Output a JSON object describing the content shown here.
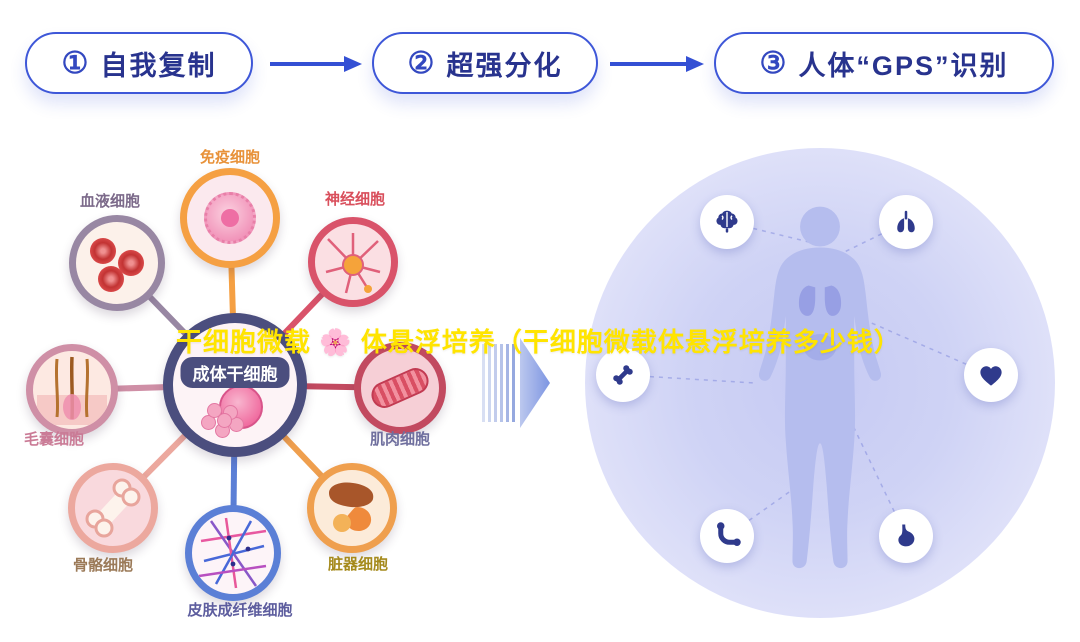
{
  "steps": {
    "items": [
      {
        "number": "①",
        "label": "自我复制"
      },
      {
        "number": "②",
        "label": "超强分化"
      },
      {
        "number": "③",
        "label": "人体“GPS”识别"
      }
    ],
    "border_color": "#3e57d8",
    "text_color": "#28338e",
    "arrow_color": "#3450d4"
  },
  "overlay": {
    "title": "干细胞微载 🌸 体悬浮培养（干细胞微载体悬浮培养多少钱）",
    "color": "#ffe400"
  },
  "cell_diagram": {
    "center_label": "成体干细胞",
    "center_ring_color": "#4b4e7e",
    "cells": [
      {
        "id": "immune",
        "label": "免疫细胞",
        "ring_color": "#f5a043",
        "label_color": "#e8923a"
      },
      {
        "id": "blood",
        "label": "血液细胞",
        "ring_color": "#9887a3",
        "label_color": "#7c6a8a"
      },
      {
        "id": "nerve",
        "label": "神经细胞",
        "ring_color": "#d9536a",
        "label_color": "#d94f5c"
      },
      {
        "id": "hair",
        "label": "毛囊细胞",
        "ring_color": "#cf8fa6",
        "label_color": "#ca7b96"
      },
      {
        "id": "muscle",
        "label": "肌肉细胞",
        "ring_color": "#c24a60",
        "label_color": "#6f6f9e"
      },
      {
        "id": "bone",
        "label": "骨骼细胞",
        "ring_color": "#eca89e",
        "label_color": "#9b7a58"
      },
      {
        "id": "organ",
        "label": "脏器细胞",
        "ring_color": "#ef9f4e",
        "label_color": "#a58a1c"
      },
      {
        "id": "skin",
        "label": "皮肤成纤维细胞",
        "ring_color": "#5b7fd6",
        "label_color": "#5d5d9e"
      }
    ]
  },
  "body_panel": {
    "circle_color": "#cdd1f5",
    "body_color": "#b5bdee",
    "icon_color": "#2f3a8c",
    "icons": [
      "brain-icon",
      "lungs-icon",
      "bone-icon",
      "heart-icon",
      "joint-icon",
      "stomach-icon"
    ]
  }
}
